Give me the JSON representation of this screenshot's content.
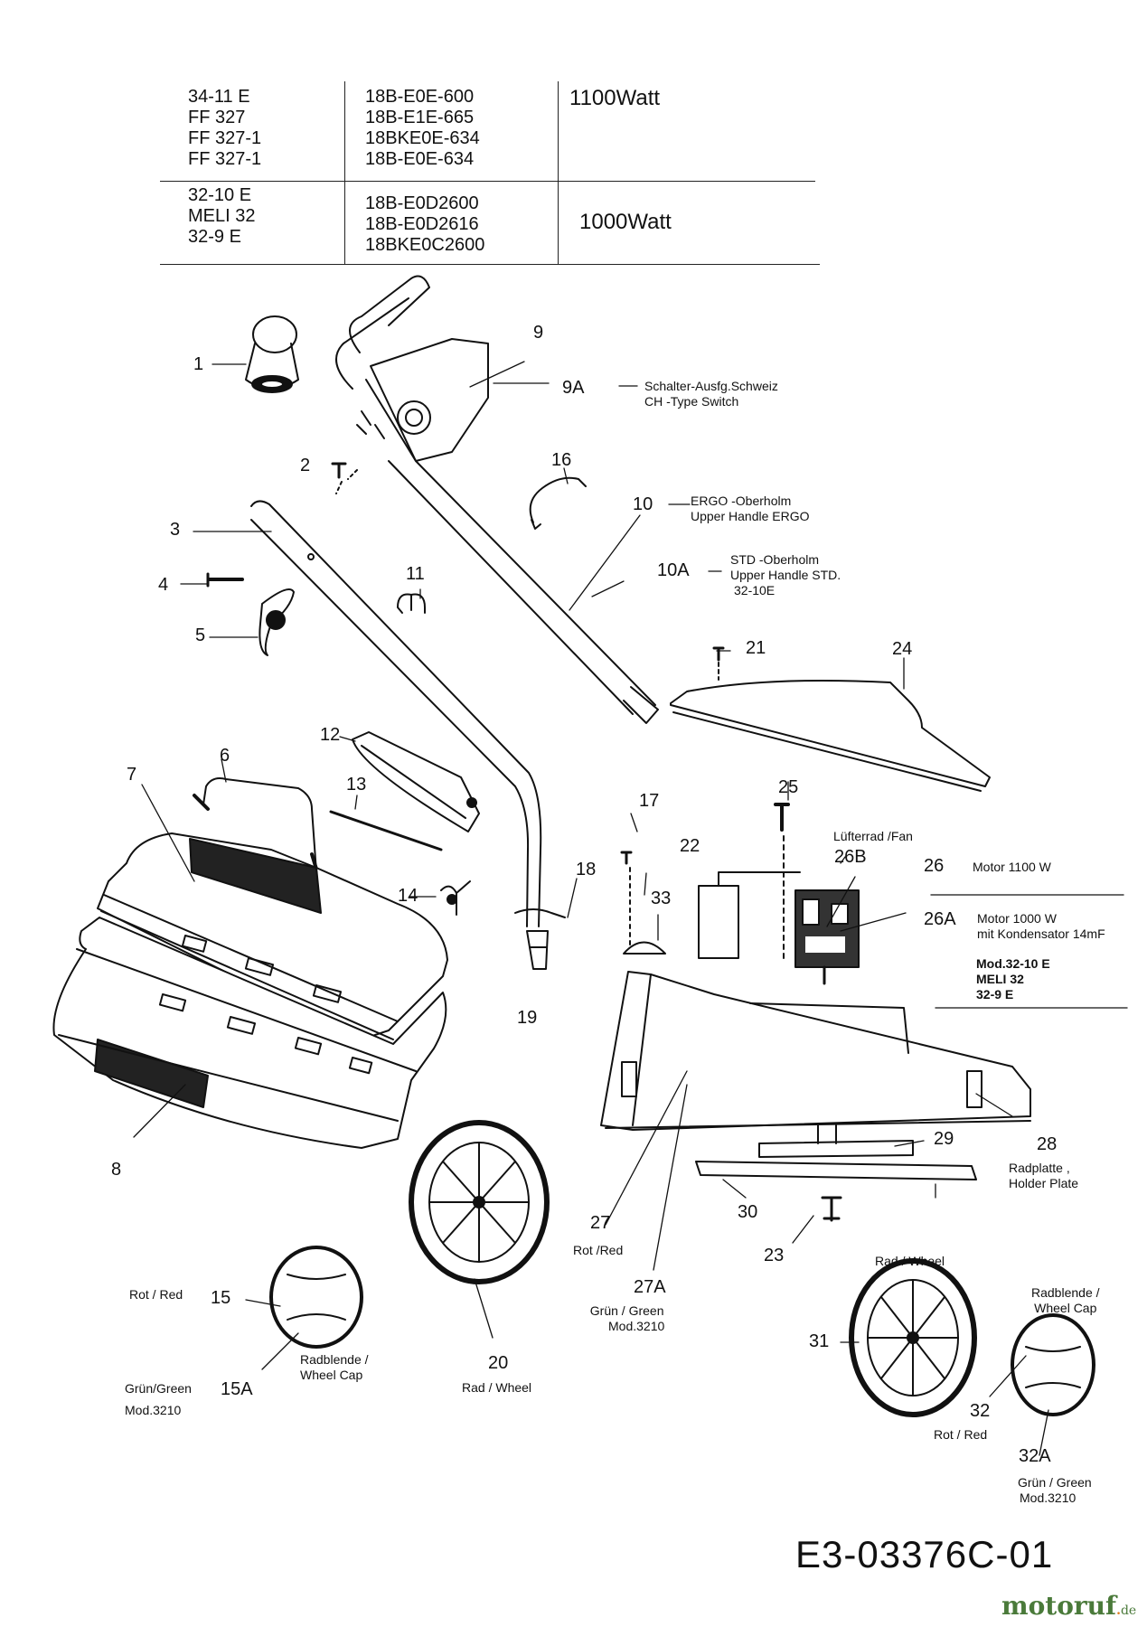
{
  "table": {
    "row1": {
      "models": [
        "34-11 E",
        "FF 327",
        "FF 327-1",
        "FF 327-1"
      ],
      "codes": [
        "18B-E0E-600",
        "18B-E1E-665",
        "18BKE0E-634",
        "18B-E0E-634"
      ],
      "power": "1100Watt"
    },
    "row2": {
      "models": [
        "32-10 E",
        "MELI 32",
        "32-9 E"
      ],
      "codes": [
        "18B-E0D2600",
        "18B-E0D2616",
        "18BKE0C2600"
      ],
      "power": "1000Watt"
    }
  },
  "parts": {
    "p1": "1",
    "p2": "2",
    "p3": "3",
    "p4": "4",
    "p5": "5",
    "p6": "6",
    "p7": "7",
    "p8": "8",
    "p9": "9",
    "p9A": "9A",
    "p10": "10",
    "p10A": "10A",
    "p11": "11",
    "p12": "12",
    "p13": "13",
    "p14": "14",
    "p15": "15",
    "p15A": "15A",
    "p16": "16",
    "p17": "17",
    "p18": "18",
    "p19": "19",
    "p20": "20",
    "p21": "21",
    "p22": "22",
    "p23": "23",
    "p24": "24",
    "p25": "25",
    "p26": "26",
    "p26A": "26A",
    "p26B": "26B",
    "p27": "27",
    "p27A": "27A",
    "p28": "28",
    "p29": "29",
    "p30": "30",
    "p31": "31",
    "p32": "32",
    "p32A": "32A",
    "p33": "33"
  },
  "labels": {
    "switch_de": "Schalter-Ausfg.Schweiz",
    "switch_en": "CH -Type Switch",
    "ergo_de": "ERGO -Oberholm",
    "ergo_en": "Upper Handle ERGO",
    "std_de": "STD -Oberholm",
    "std_en": "Upper Handle STD.",
    "std_model": "32-10E",
    "fan": "Lüfterrad /Fan",
    "motor1100": "Motor 1100 W",
    "motor1000": "Motor 1000 W",
    "capacitor": "mit Kondensator 14mF",
    "mod1": "Mod.32-10 E",
    "mod2": "MELI 32",
    "mod3": "32-9 E",
    "holder_de": "Radplatte ,",
    "holder_en": "Holder Plate",
    "red27": "Rot /Red",
    "green27": "Grün / Green",
    "mod27": "Mod.3210",
    "wheel_top": "Rad / Wheel",
    "cap_right_de": "Radblende /",
    "cap_right_en": "Wheel Cap",
    "red32": "Rot / Red",
    "green32": "Grün / Green",
    "mod32": "Mod.3210",
    "red15": "Rot / Red",
    "green15": "Grün/Green",
    "mod15": "Mod.3210",
    "cap_left_de": "Radblende /",
    "cap_left_en": "Wheel Cap",
    "wheel20": "Rad / Wheel"
  },
  "reference": "E3-03376C-01",
  "brand": {
    "name": "motoruf",
    "tld": "de"
  }
}
